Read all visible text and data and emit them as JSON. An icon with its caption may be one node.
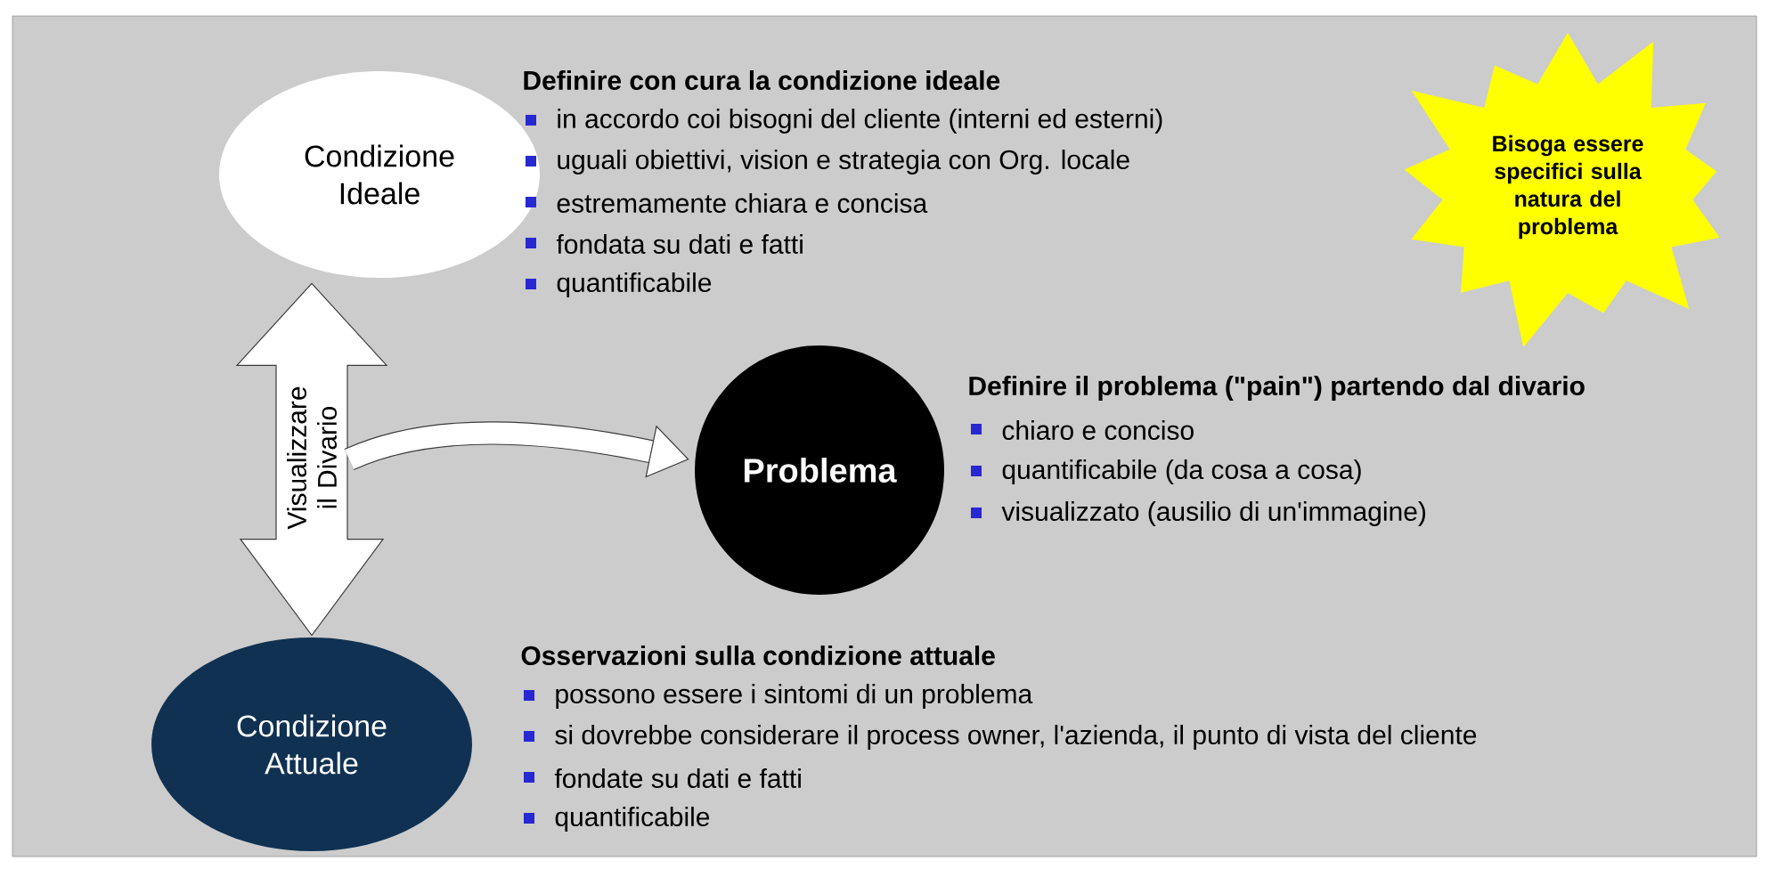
{
  "diagram": {
    "nodes": [
      {
        "text": [
          "Condizione Ideale"
        ],
        "beside": [
          "Definire con cura la condizione ideale",
          "in accordo coi bisogni del cliente (interni ed esterni)",
          "uguali obiettivi, vision e strategia con Org. locale",
          "estremamente chiara e concisa",
          "fondata su dati e fatti",
          "quantificabile"
        ]
      },
      {
        "text": [
          "Problema"
        ],
        "beside": [
          "Definire il problema (\"pain\") partendo dal divario",
          "chiaro e conciso",
          "quantificabile (da cosa a cosa)",
          "visualizzato (ausilio di un'immagine)"
        ]
      },
      {
        "text": [
          "Condizione Attuale"
        ],
        "beside": [
          "Osservazioni sulla condizione attuale",
          "possono essere i sintomi di un problema",
          "si dovrebbe considerare il process owner, l'azienda, il punto di vista del cliente",
          "fondate su dati e fatti",
          "quantificabile"
        ]
      },
      {
        "text": [
          "Bisoga essere specifici sulla natura del problema"
        ]
      }
    ],
    "edges": [
      {
        "from": 0,
        "to": 2,
        "arrow": "both",
        "label": "Visualizzare il Divario"
      },
      {
        "from": null,
        "to": 1,
        "arrow": "to"
      }
    ]
  }
}
